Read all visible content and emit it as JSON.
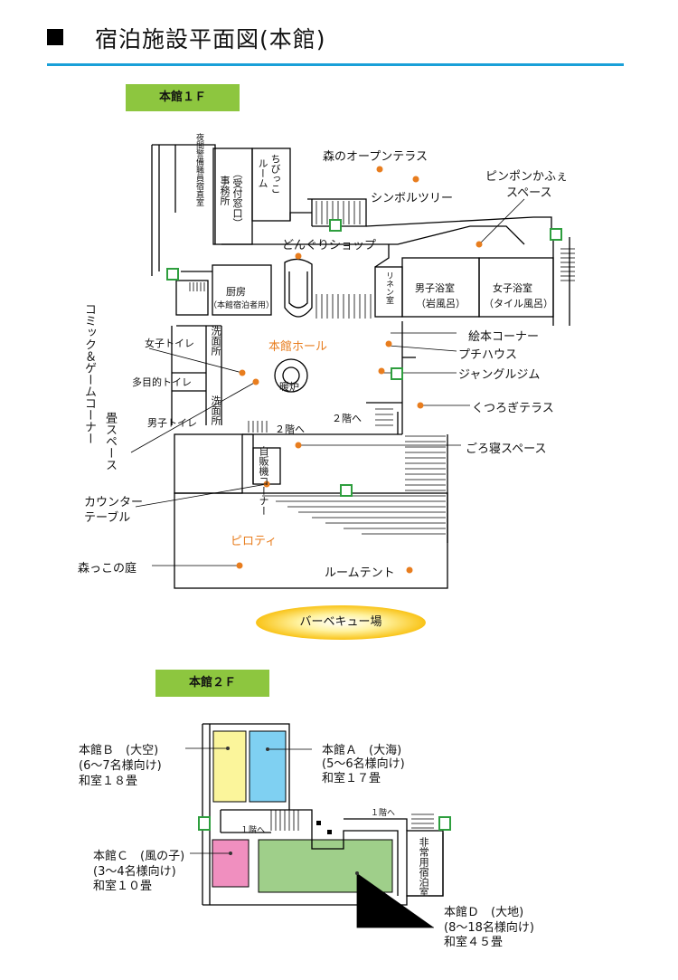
{
  "title": "宿泊施設平面図(本館)",
  "floor1": {
    "tag": "本館１Ｆ",
    "labels": {
      "mori_open_terrace": "森のオープンテラス",
      "symbol_tree": "シンボルツリー",
      "pingpong_line1": "ピンポンかふぇ",
      "pingpong_line2": "スペース",
      "donguri_shop": "どんぐりショップ",
      "yakan_keibi": "夜間警備職員宿直室",
      "uketsuke": "（受付窓口）",
      "jimusho": "事務所",
      "chibikko": "ちびっこ",
      "room": "ルーム",
      "chubo": "厨房",
      "chubo_note": "（本館宿泊者用）",
      "linen": "リネン室",
      "men_bath": "男子浴室",
      "men_bath_note": "（岩風呂）",
      "women_bath": "女子浴室",
      "women_bath_note": "（タイル風呂）",
      "comic_game": "コミック＆ゲームコーナー",
      "women_toilet": "女子トイレ",
      "senmenjo": "洗面所",
      "multi_toilet": "多目的トイレ",
      "men_toilet": "男子トイレ",
      "honkan_hall": "本館ホール",
      "danro": "暖炉",
      "ehon_corner": "絵本コーナー",
      "petit_house": "プチハウス",
      "jungle_gym": "ジャングルジム",
      "kutsurogi_terrace": "くつろぎテラス",
      "to_2f_a": "２階へ",
      "to_2f_b": "２階へ",
      "gorone": "ごろ寝スペース",
      "tatami": "畳スペース",
      "jihanki": "自販機コーナー",
      "counter_line1": "カウンター",
      "counter_line2": "テーブル",
      "piloti": "ピロティ",
      "moriko_garden": "森っこの庭",
      "room_tent": "ルームテント",
      "bbq": "バーベキュー場"
    }
  },
  "floor2": {
    "tag": "本館２Ｆ",
    "rooms": [
      {
        "name": "本館Ｂ　(大空)",
        "capacity": "(6～7名様向け)",
        "size": "和室１８畳",
        "color": "#fbf59b"
      },
      {
        "name": "本館Ａ　(大海)",
        "capacity": "(5～6名様向け)",
        "size": "和室１７畳",
        "color": "#7fd0f2"
      },
      {
        "name": "本館Ｃ　(風の子)",
        "capacity": "(3～4名様向け)",
        "size": "和室１０畳",
        "color": "#f08fbf"
      },
      {
        "name": "本館Ｄ　(大地)",
        "capacity": "(8～18名様向け)",
        "size": "和室４５畳",
        "color": "#9fcf8a"
      }
    ],
    "to_1f_a": "１階へ",
    "to_1f_b": "１階へ",
    "emergency_room": "非常用宿泊室"
  },
  "colors": {
    "accent_rule": "#1aa0d8",
    "floor_tag": "#8dc63f",
    "dot": "#e87d1e",
    "exit_green": "#2e9e3e"
  },
  "icons": [
    "emergency-exit-icon",
    "stairs-icon",
    "label-dot-icon"
  ]
}
